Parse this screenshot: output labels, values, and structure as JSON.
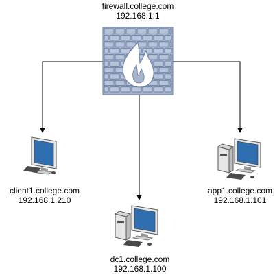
{
  "colors": {
    "firewall_fill": "#a7b4cc",
    "firewall_stroke": "#6b7fa4",
    "computer_body": "#e6e6e6",
    "computer_dark": "#4a4a4a",
    "screen": "#2f6fb0",
    "connector": "#000000"
  },
  "firewall": {
    "hostname": "firewall.college.com",
    "ip": "192.168.1.1",
    "icon": "firewall-icon"
  },
  "nodes": [
    {
      "key": "client1",
      "hostname": "client1.college.com",
      "ip": "192.168.1.210",
      "icon": "workstation-icon"
    },
    {
      "key": "dc1",
      "hostname": "dc1.college.com",
      "ip": "192.168.1.100",
      "icon": "desktop-computer-icon"
    },
    {
      "key": "app1",
      "hostname": "app1.college.com",
      "ip": "192.168.1.101",
      "icon": "desktop-computer-icon"
    }
  ]
}
